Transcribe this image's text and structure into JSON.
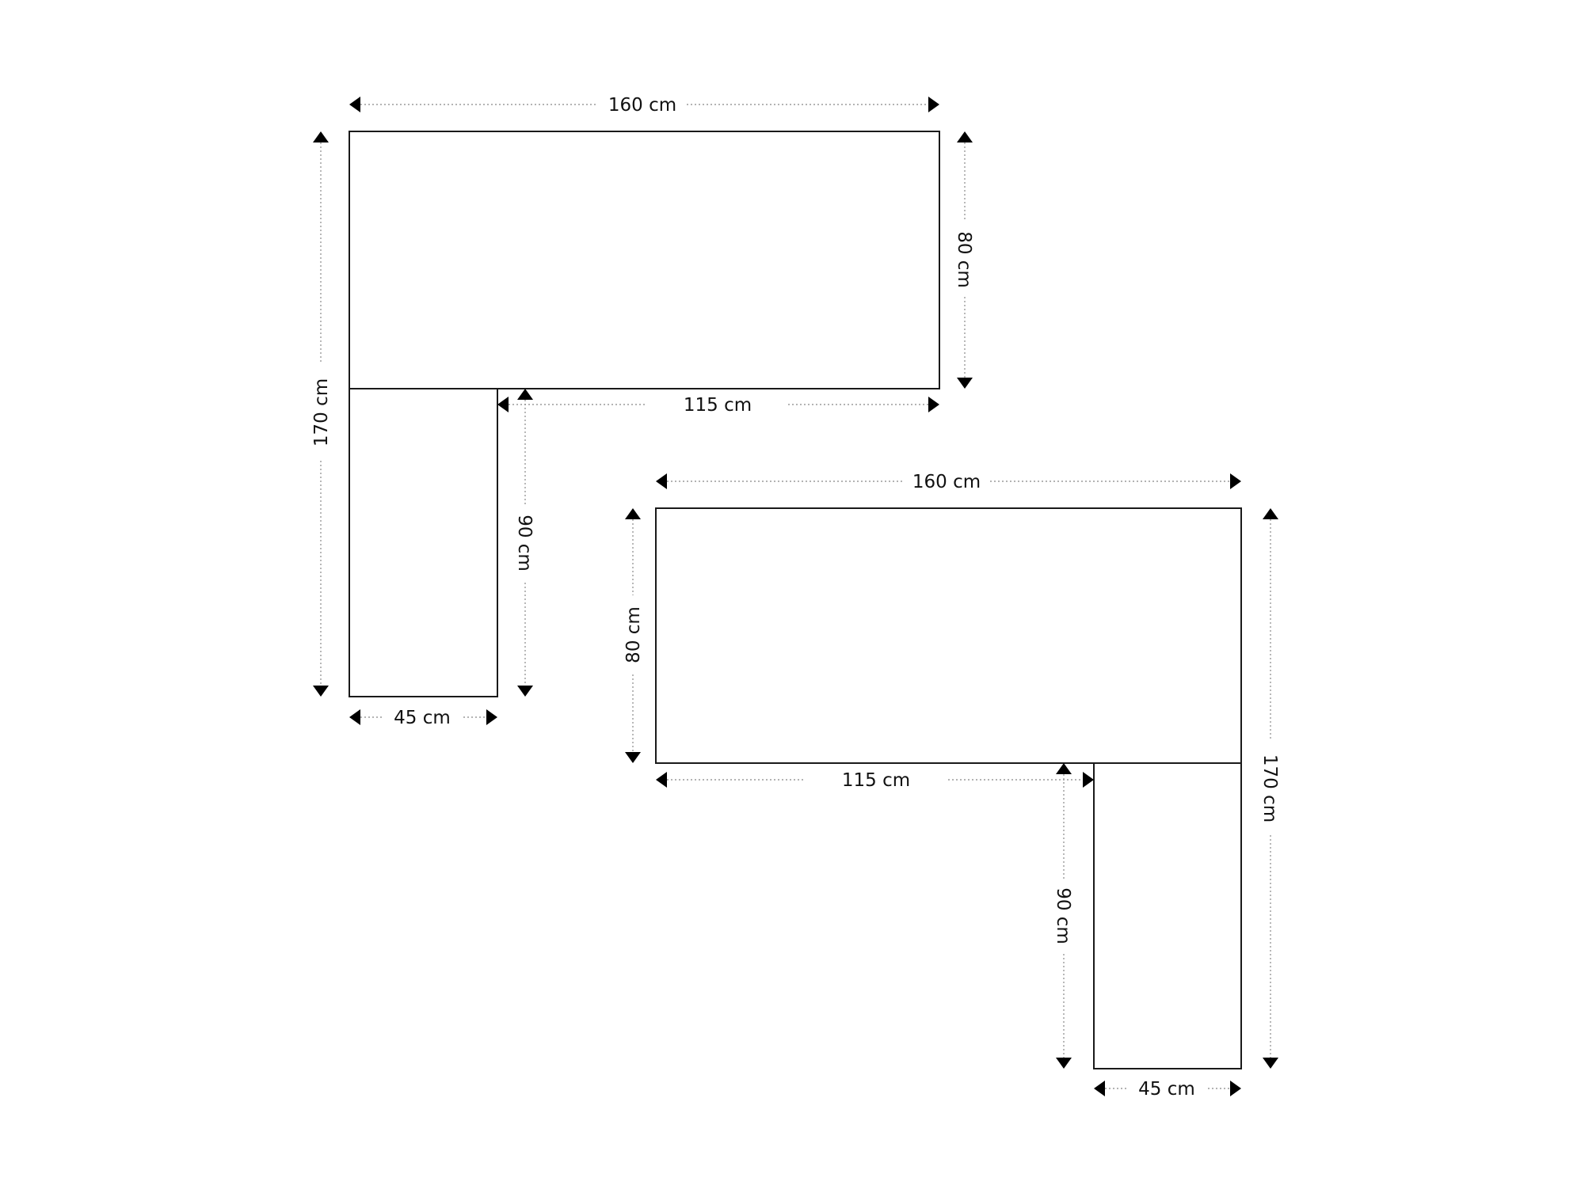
{
  "diagram": {
    "layouts": [
      {
        "name": "left-corner-desk",
        "labels": {
          "top_width": "160 cm",
          "top_depth": "80 cm",
          "inner_width": "115 cm",
          "return_length": "90 cm",
          "total_length": "170 cm",
          "return_width": "45 cm"
        }
      },
      {
        "name": "right-corner-desk",
        "labels": {
          "top_width": "160 cm",
          "top_depth": "80 cm",
          "inner_width": "115 cm",
          "return_length": "90 cm",
          "total_length": "170 cm",
          "return_width": "45 cm"
        }
      }
    ]
  },
  "colors": {
    "outline": "#1a1a1a",
    "dimension_line": "#9a9a9a",
    "arrow": "#000000",
    "background": "#ffffff"
  }
}
